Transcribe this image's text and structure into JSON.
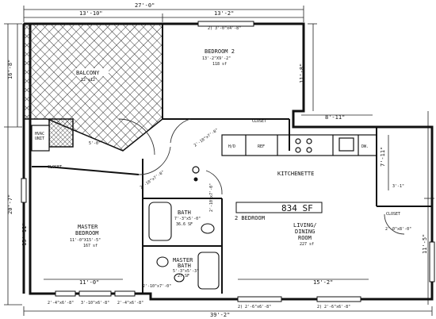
{
  "dimensions": {
    "top_total": "27'-0\"",
    "top_left": "13'-10\"",
    "top_right": "13'-2\"",
    "left_upper": "16'-8\"",
    "left_lower": "20'-7\"",
    "left_inner_lower": "13'-11\"",
    "bottom_total": "39'-2\"",
    "right_upper": "11'-8\"",
    "right_mid": "7'-11\"",
    "right_lower": "11'-5\"",
    "right_notch_top": "8'-11\"",
    "right_notch_inner": "3'-1\"",
    "bottom_left_room": "11'-0\"",
    "bottom_right_room": "15'-2\""
  },
  "rooms": {
    "balcony": {
      "name": "BALCONY",
      "size": "12'x12'"
    },
    "bedroom2": {
      "name": "BEDROOM 2",
      "size": "13'-2\"X9'-2\"",
      "area": "118 sf"
    },
    "master_bedroom": {
      "name1": "MASTER",
      "name2": "BEDROOM",
      "size": "11'-0\"X15'-5\"",
      "area": "167 sf"
    },
    "bath": {
      "name": "BATH",
      "size": "7'-3\"x5'-0\"",
      "area": "36.6 SF"
    },
    "master_bath": {
      "name1": "MASTER",
      "name2": "BATH",
      "size": "5'-3\"x5'-3\"",
      "area": "27 SF"
    },
    "living": {
      "name1": "LIVING/",
      "name2": "DINING",
      "name3": "ROOM",
      "area": "227 sf"
    },
    "kitchenette": {
      "name": "KITCHENETTE"
    }
  },
  "closets": [
    "CLOSET",
    "CLOSET",
    "CLOSET"
  ],
  "appliances": {
    "hvac": "H/D",
    "fridge": "REF",
    "dishwasher": "DW."
  },
  "hvac_unit": [
    "HVAC",
    "UNIT"
  ],
  "unit_summary": {
    "area": "834 SF",
    "type": "2 BEDROOM"
  },
  "windows": {
    "top": "2) 3'-0\"x4'-8\"",
    "bottom_1": "2'-4\"x6'-8\"",
    "bottom_2": "3'-10\"x6'-8\"",
    "bottom_3": "2'-4\"x6'-8\"",
    "bottom_4": "2) 2'-6\"x6'-8\"",
    "bottom_5": "2) 2'-6\"x6'-8\""
  },
  "doors": {
    "bedroom2_door": "2'-10\"x7'-0\"",
    "master_door": "2'-10\"x7'-0\"",
    "bath_door": "2'-10\"x7'-0\"",
    "master_bath_door": "2'-10\"x7'-0\"",
    "balcony_door": "5'-0\"",
    "closet_door": "2'-0\"x8'-0\""
  }
}
